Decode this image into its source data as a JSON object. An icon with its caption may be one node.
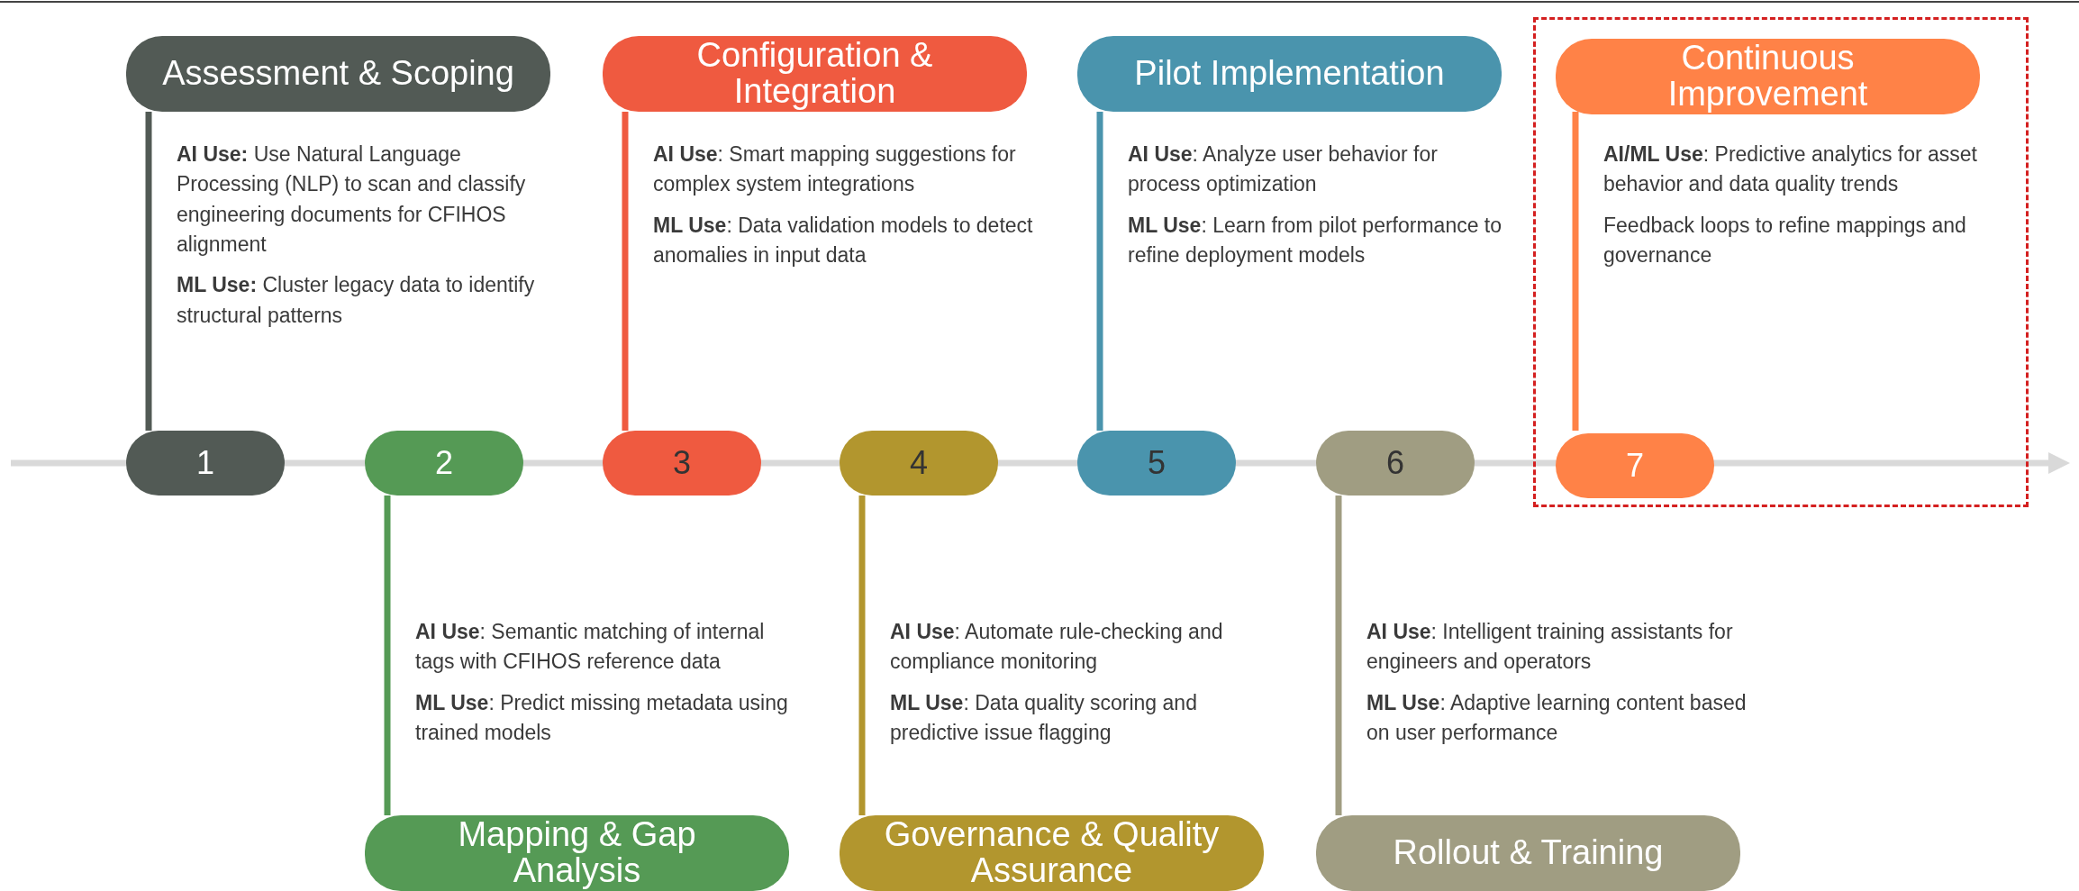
{
  "diagram": {
    "nodes": [
      {
        "text": [
          "Assessment & Scoping"
        ],
        "beside": [
          "**AI Use:** Use Natural Language Processing (NLP) to scan and classify engineering documents for CFIHOS alignment",
          "**ML Use:** Cluster legacy data to identify structural patterns"
        ]
      },
      {
        "text": [
          "1"
        ]
      },
      {
        "text": [
          "Mapping & Gap Analysis"
        ],
        "beside": [
          "**AI Use**: Semantic matching of internal tags with CFIHOS reference data",
          "**ML Use**: Predict missing metadata using trained models"
        ]
      },
      {
        "text": [
          "2"
        ]
      },
      {
        "text": [
          "Configuration & Integration"
        ],
        "beside": [
          "**AI Use**: Smart mapping suggestions for complex system integrations",
          "**ML Use**: Data validation models to detect anomalies in input data"
        ]
      },
      {
        "text": [
          "3"
        ]
      },
      {
        "text": [
          "Governance & Quality Assurance"
        ],
        "beside": [
          "**AI Use**: Automate rule-checking and compliance monitoring",
          "**ML Use**: Data quality scoring and predictive issue flagging"
        ]
      },
      {
        "text": [
          "4"
        ]
      },
      {
        "text": [
          "Pilot Implementation"
        ],
        "beside": [
          "**AI Use**: Analyze user behavior for process optimization",
          "**ML Use**: Learn from pilot performance to refine deployment models"
        ]
      },
      {
        "text": [
          "5"
        ]
      },
      {
        "text": [
          "Rollout & Training"
        ],
        "beside": [
          "**AI Use**: Intelligent training assistants for engineers and operators",
          "**ML Use**: Adaptive learning content based on user performance"
        ]
      },
      {
        "text": [
          "6"
        ]
      },
      {
        "text": [],
        "shape": "box"
      },
      {
        "text": [
          "Continuous Improvement"
        ],
        "in": 12,
        "beside": [
          "**AI/ML Use**: Predictive analytics for asset behavior and data quality trends",
          "Feedback loops to refine mappings and governance"
        ]
      },
      {
        "text": [
          "7"
        ],
        "in": 12
      }
    ],
    "edges": [
      {
        "from": 1,
        "to": 0,
        "arrow": "none",
        "color": "#525a55"
      },
      {
        "from": 3,
        "to": 2,
        "arrow": "none",
        "color": "#559a55"
      },
      {
        "from": 5,
        "to": 4,
        "arrow": "none",
        "color": "#ef5a40"
      },
      {
        "from": 7,
        "to": 6,
        "arrow": "none",
        "color": "#b2962e"
      },
      {
        "from": 9,
        "to": 8,
        "arrow": "none",
        "color": "#4a94ad"
      },
      {
        "from": 11,
        "to": 10,
        "arrow": "none",
        "color": "#a09d82"
      },
      {
        "from": 14,
        "to": 13,
        "arrow": "none",
        "color": "#ff8247"
      }
    ]
  }
}
